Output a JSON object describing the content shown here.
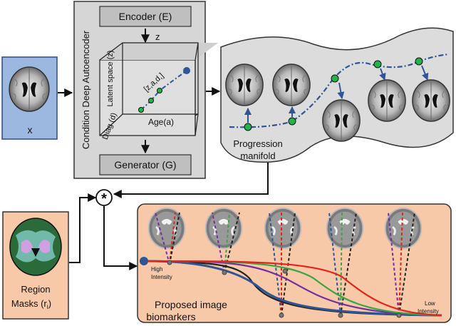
{
  "input": {
    "label": "x"
  },
  "autoencoder": {
    "title": "Condition Deep Autoencoder",
    "encoder": "Encoder (E)",
    "generator": "Generator (G)",
    "z_arrow": "z",
    "cube": {
      "latent_axis": "Latent space (z)",
      "diag_axis": "Diag (d)",
      "age_axis": "Age(a)",
      "vector": "[z,a,d,]"
    }
  },
  "manifold": {
    "label_line1": "Progression",
    "label_line2": "manifold"
  },
  "combine": {
    "symbol": "*"
  },
  "region": {
    "label_line1": "Region",
    "label_line2": "Masks (r",
    "label_sub": "i",
    "label_end": ")"
  },
  "biomarkers": {
    "label_line1": "Proposed image",
    "label_line2": "biomarkers",
    "high": "High",
    "high2": "Intensity",
    "low": "Low",
    "low2": "Intensity"
  },
  "colors": {
    "input_bg": "#9db8e0",
    "panel_bg": "#d6d6d6",
    "box_bg": "#bfbfbf",
    "manifold_bg": "#dcdcdc",
    "peach": "#f8c9a8",
    "dot_green": "#22b34a",
    "arrow_blue": "#2f5597",
    "curve_blue": "#2f5597",
    "curve_purple": "#7030a0",
    "curve_green": "#3aa542",
    "curve_red": "#e3241b",
    "curve_black": "#222222"
  }
}
